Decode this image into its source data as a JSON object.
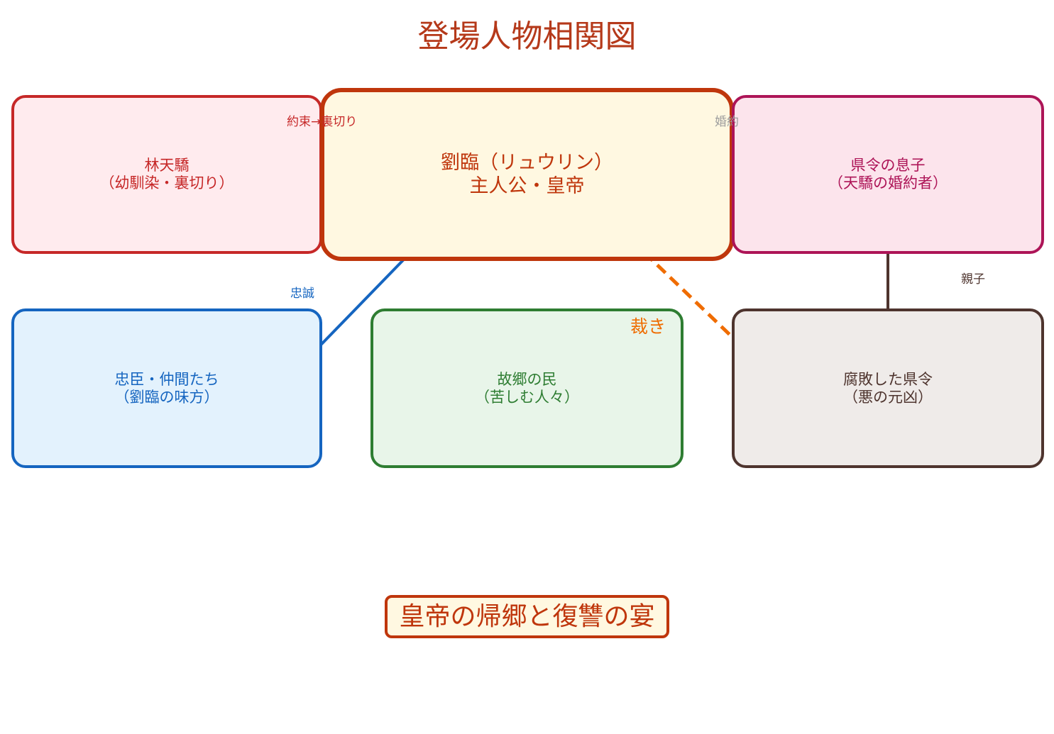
{
  "title": "登場人物相関図",
  "nodes": {
    "lin": {
      "line1": "林天驕",
      "line2": "（幼馴染・裏切り）",
      "border": "#c62828",
      "fill": "#ffebee"
    },
    "main": {
      "line1": "劉臨（リュウリン）",
      "line2": "主人公・皇帝",
      "border": "#bf360c",
      "fill": "#fff8e1"
    },
    "son": {
      "line1": "県令の息子",
      "line2": "（天驕の婚約者）",
      "border": "#ad1457",
      "fill": "#fce4ec"
    },
    "loyal": {
      "line1": "忠臣・仲間たち",
      "line2": "（劉臨の味方）",
      "border": "#1565c0",
      "fill": "#e3f2fd"
    },
    "people": {
      "line1": "故郷の民",
      "line2": "（苦しむ人々）",
      "border": "#2e7d32",
      "fill": "#e8f5e9"
    },
    "governor": {
      "line1": "腐敗した県令",
      "line2": "（悪の元凶）",
      "border": "#4e342e",
      "fill": "#efebe9"
    }
  },
  "edges": {
    "betrayal": {
      "label": "約束→裏切り",
      "color": "#c62828"
    },
    "engagement": {
      "label": "婚約",
      "color": "#9e9e9e"
    },
    "loyalty": {
      "label": "忠誠",
      "color": "#1565c0"
    },
    "judgment": {
      "label": "裁き",
      "color": "#ef6c00"
    },
    "parent": {
      "label": "親子",
      "color": "#4e342e"
    }
  },
  "caption": "皇帝の帰郷と復讐の宴"
}
